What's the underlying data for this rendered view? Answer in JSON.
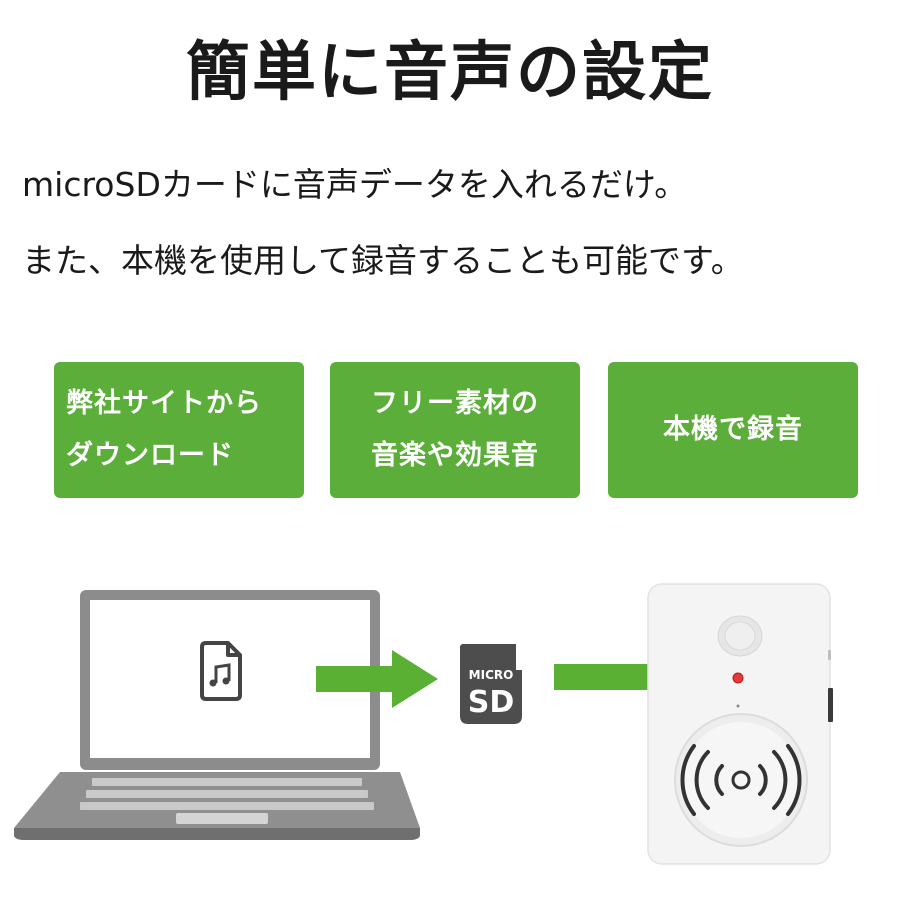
{
  "title": "簡単に音声の設定",
  "description": {
    "line1": "microSDカードに音声データを入れるだけ。",
    "line2": "また、本機を使用して録音することも可能です。"
  },
  "options": [
    {
      "line1": "弊社サイトから",
      "line2": "ダウンロード"
    },
    {
      "line1": "フリー素材の",
      "line2": "音楽や効果音"
    },
    {
      "line1": "本機で録音"
    }
  ],
  "microsd": {
    "line1": "MICRO",
    "line2": "SD"
  },
  "colors": {
    "accent_green": "#5cae3a",
    "arrow_green": "#5ab033",
    "laptop_body": "#8c8c8c",
    "device_body": "#f2f2f2"
  },
  "icons": {
    "file": "music-file-icon",
    "arrow": "right-arrow-icon",
    "sd": "microsd-card-icon",
    "laptop": "laptop-icon",
    "device": "motion-sensor-speaker-device"
  }
}
